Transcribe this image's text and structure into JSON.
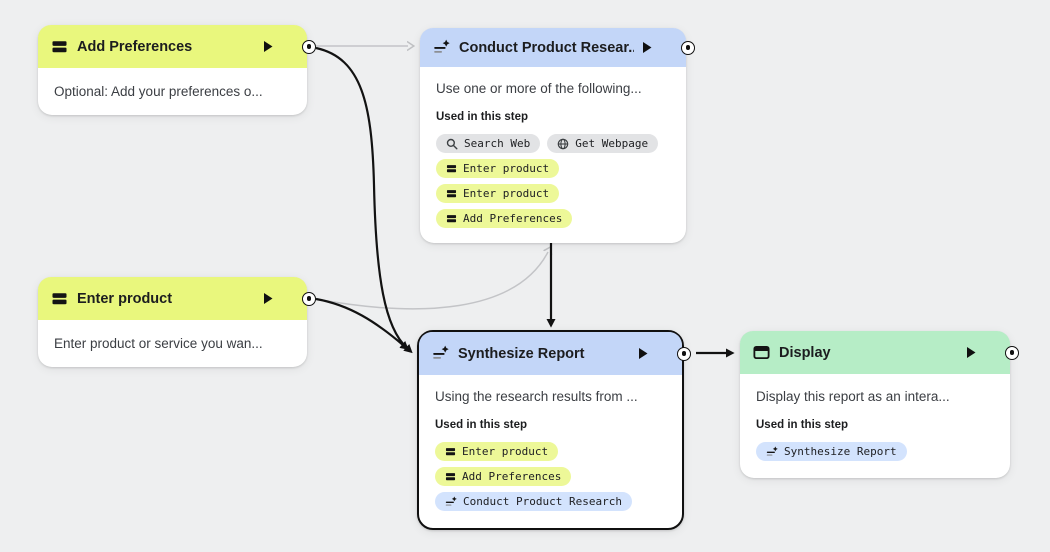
{
  "canvas": {
    "background": "#eeeff0",
    "colors": {
      "input_header": "#e9f77d",
      "generate_header": "#c3d6f8",
      "display_header": "#b6edc6",
      "chip_yellow": "#edf898",
      "chip_gray": "#e2e3e5",
      "chip_blue": "#d3e3fd",
      "edge_active": "#121212",
      "edge_inactive": "#c3c4c7"
    }
  },
  "nodes": [
    {
      "title": "Add Preferences",
      "type": "input",
      "description": "Optional: Add your preferences o..."
    },
    {
      "title": "Conduct Product Resear...",
      "type": "generate",
      "description": "Use one or more of the following...",
      "used_in_step_label": "Used in this step",
      "chips": [
        {
          "label": "Search Web",
          "kind": "tool-gray",
          "icon": "search"
        },
        {
          "label": "Get Webpage",
          "kind": "tool-gray",
          "icon": "globe"
        },
        {
          "label": "Enter product",
          "kind": "input-yellow",
          "icon": "input"
        },
        {
          "label": "Enter product",
          "kind": "input-yellow",
          "icon": "input"
        },
        {
          "label": "Add Preferences",
          "kind": "input-yellow",
          "icon": "input"
        }
      ]
    },
    {
      "title": "Enter product",
      "type": "input",
      "description": "Enter product or service you wan..."
    },
    {
      "title": "Synthesize Report",
      "type": "generate",
      "selected": true,
      "description": "Using the research results from ...",
      "used_in_step_label": "Used in this step",
      "chips": [
        {
          "label": "Enter product",
          "kind": "input-yellow",
          "icon": "input"
        },
        {
          "label": "Add Preferences",
          "kind": "input-yellow",
          "icon": "input"
        },
        {
          "label": "Conduct Product Research",
          "kind": "generate-blue",
          "icon": "generate"
        }
      ]
    },
    {
      "title": "Display",
      "type": "display",
      "description": "Display this report as an intera...",
      "used_in_step_label": "Used in this step",
      "chips": [
        {
          "label": "Synthesize Report",
          "kind": "generate-blue",
          "icon": "generate"
        }
      ]
    }
  ],
  "edges": [
    {
      "from": "Add Preferences",
      "to": "Conduct Product Research",
      "style": "inactive-gray"
    },
    {
      "from": "Add Preferences",
      "to": "Synthesize Report",
      "style": "active-black"
    },
    {
      "from": "Enter product",
      "to": "Conduct Product Research",
      "style": "inactive-gray"
    },
    {
      "from": "Enter product",
      "to": "Synthesize Report",
      "style": "active-black"
    },
    {
      "from": "Conduct Product Research",
      "to": "Synthesize Report",
      "style": "active-black"
    },
    {
      "from": "Synthesize Report",
      "to": "Display",
      "style": "active-black"
    }
  ]
}
